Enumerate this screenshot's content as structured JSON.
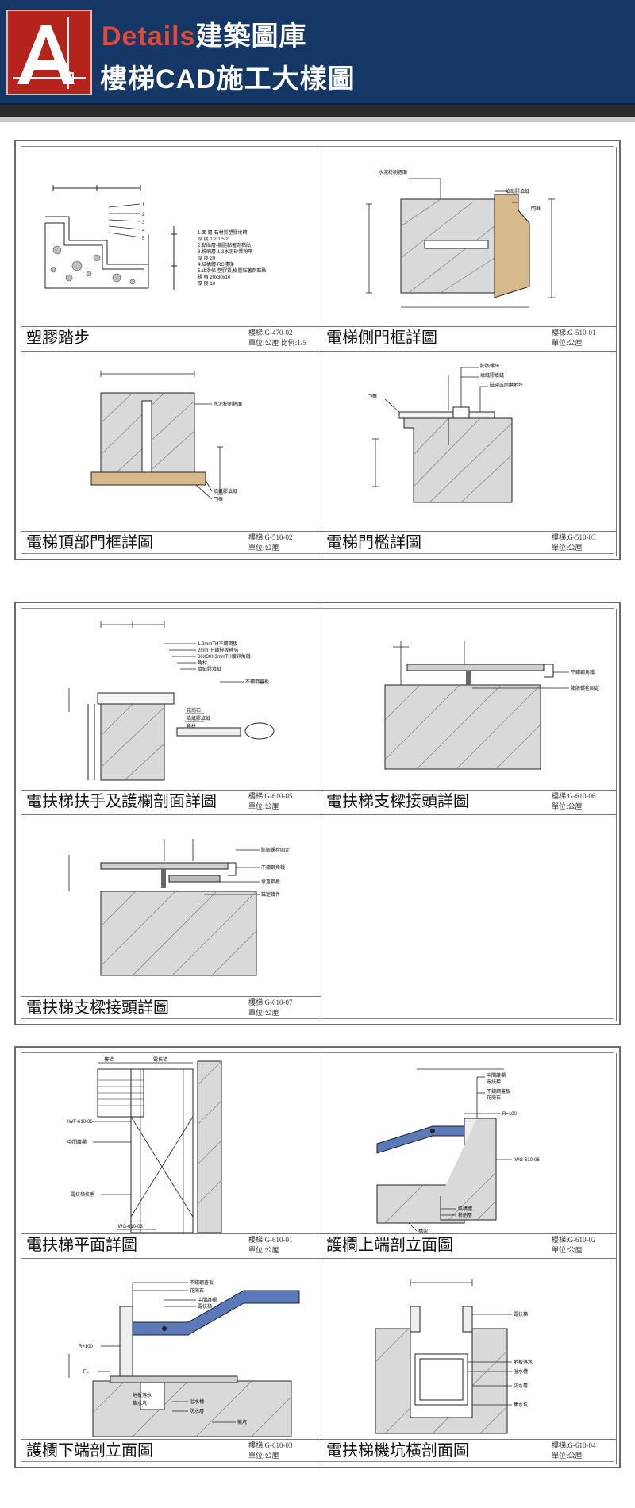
{
  "header": {
    "logo_letter": "A",
    "title_accent": "Details",
    "title_rest": "建築圖庫",
    "subtitle": "樓梯CAD施工大樣圖"
  },
  "colors": {
    "banner": "#143766",
    "logo_red": "#b5241c",
    "wood": "#d8b98b",
    "handrail_blue": "#5b79b8"
  },
  "sheets": [
    {
      "panels": [
        {
          "title": "塑膠踏步",
          "ref": "樓梯:G-470-02",
          "unit": "單位:公厘  比例:1/5",
          "labels": [
            "1",
            "2",
            "3",
            "4",
            "5"
          ],
          "notes": [
            "1.面 層-石材質塑膠地磚",
            "  厚 度 1:2.1.5.2",
            "2.黏貼層-樹脂黏著劑黏貼",
            "3.粉刷層-1:3水泥砂漿粉平",
            "  厚 度 20",
            "4.結構體-RC樓梯",
            "5.止滑條-塑膠質,樹脂黏著劑黏貼",
            "  規 格 20x30x10",
            "  厚 度 10"
          ]
        },
        {
          "title": "電梯側門框詳圖",
          "ref": "樓梯:G-510-01",
          "unit": "單位:公厘",
          "labels": [
            "水泥粉刷牆面",
            "填縫膠填縫",
            "門框"
          ]
        },
        {
          "title": "電梯頂部門框詳圖",
          "ref": "樓梯:G-510-02",
          "unit": "單位:公厘",
          "labels": [
            "水泥粉刷牆面",
            "填縫膠填縫",
            "門框"
          ]
        },
        {
          "title": "電梯門檻詳圖",
          "ref": "樓梯:G-510-03",
          "unit": "單位:公厘",
          "labels": [
            "膨脹螺絲",
            "填縫膠填縫",
            "磁磚或耐磨地坪",
            "門框"
          ]
        }
      ]
    },
    {
      "panels": [
        {
          "title": "電扶梯扶手及護欄剖面詳圖",
          "ref": "樓梯:G-610-05",
          "unit": "單位:公厘",
          "labels": [
            "1.2mmTH不鏽鋼板",
            "2mmTH鍍鋅板補強",
            "30X30X3mmTH鍍鋅角鐵",
            "角材",
            "填縫膠填縫",
            "不鏽鋼蓋板",
            "花崗石",
            "填縫膠填縫",
            "角材"
          ]
        },
        {
          "title": "電扶梯支樑接頭詳圖",
          "ref": "樓梯:G-610-06",
          "unit": "單位:公厘",
          "labels": [
            "不鏽鋼角鐵",
            "膨脹螺栓固定"
          ]
        },
        {
          "title": "電扶梯支樑接頭詳圖",
          "ref": "樓梯:G-610-07",
          "unit": "單位:公厘",
          "labels": [
            "膨脹螺栓固定",
            "不鏽鋼角鐵",
            "承重鋼板",
            "錨定鐵件"
          ]
        },
        {
          "title": "",
          "ref": "",
          "unit": "",
          "labels": []
        }
      ]
    },
    {
      "panels": [
        {
          "title": "電扶梯平面詳圖",
          "ref": "樓梯:G-610-01",
          "unit": "單位:公厘",
          "labels": [
            "樓梯",
            "電扶梯",
            "IWF-610-06",
            "中間護欄",
            "電扶梯扶手",
            "IWG-610-03"
          ]
        },
        {
          "title": "護欄上端剖立面圖",
          "ref": "樓梯:G-610-02",
          "unit": "單位:公厘",
          "labels": [
            "中間護欄",
            "電扶梯",
            "不鏽鋼蓋板",
            "花崗石",
            "R=100",
            "IWG-610-06",
            "結構體",
            "粉刷層",
            "構架"
          ]
        },
        {
          "title": "護欄下端剖立面圖",
          "ref": "樓梯:G-610-03",
          "unit": "單位:公厘",
          "labels": [
            "不鏽鋼蓋板",
            "花崗石",
            "中間護欄",
            "電扶梯",
            "R=100",
            "FL",
            "地板落水",
            "集水坑",
            "溢水槽",
            "防水層",
            "機坑"
          ]
        },
        {
          "title": "電扶梯機坑橫剖面圖",
          "ref": "樓梯:G-610-04",
          "unit": "單位:公厘",
          "labels": [
            "電扶梯",
            "地板落水",
            "溢水槽",
            "防水層",
            "集水坑"
          ]
        }
      ]
    }
  ]
}
